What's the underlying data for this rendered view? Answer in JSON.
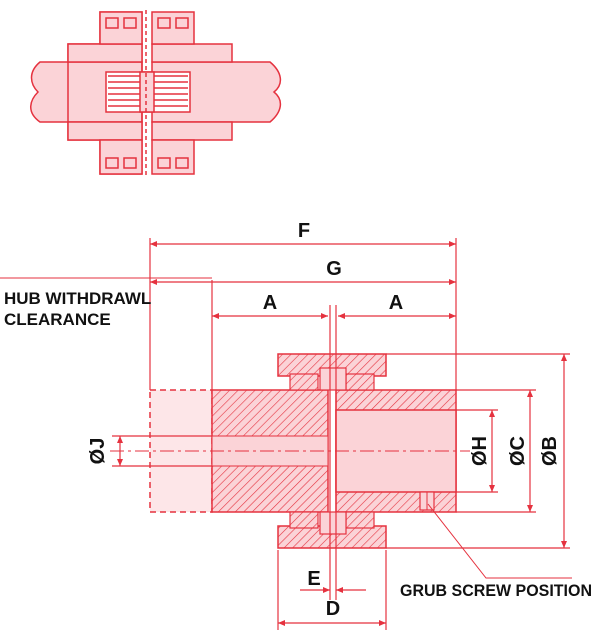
{
  "colors": {
    "line": "#e5323f",
    "fill": "#fbd3d7",
    "hatch": "#e5323f",
    "text": "#111111"
  },
  "dimensions": {
    "f": "F",
    "g": "G",
    "a_left": "A",
    "a_right": "A",
    "d": "D",
    "e": "E",
    "j": "ØJ",
    "h": "ØH",
    "c": "ØC",
    "b": "ØB"
  },
  "notes": {
    "hub_withdrawl_line1": "HUB WITHDRAWL",
    "hub_withdrawl_line2": "CLEARANCE",
    "grub_screw": "GRUB SCREW POSITION"
  }
}
